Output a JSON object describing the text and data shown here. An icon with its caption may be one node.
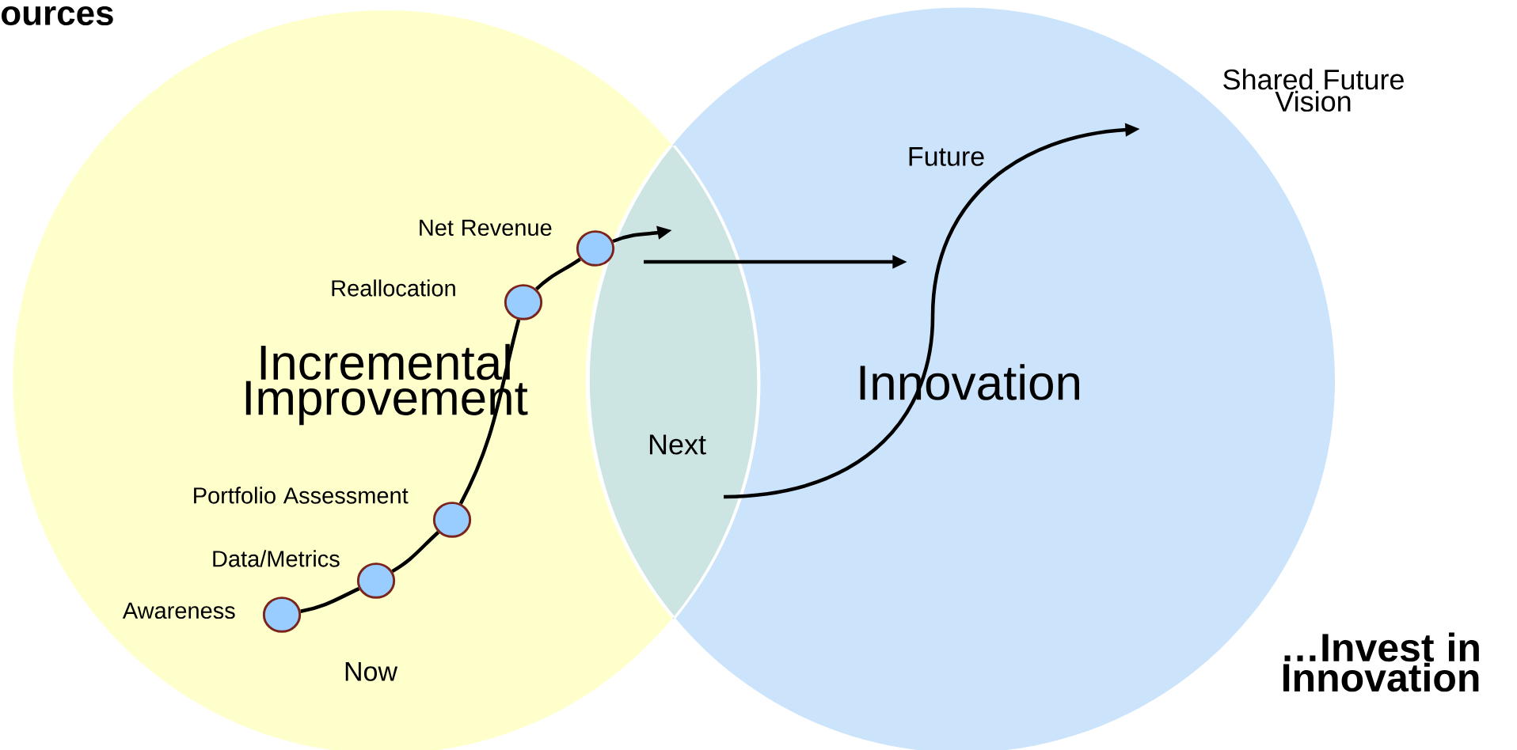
{
  "diagram": {
    "nodes": [
      {
        "text": [
          "Incremental Improvement",
          "Now"
        ]
      },
      {
        "text": [
          "Future",
          "Innovation"
        ]
      },
      {
        "text": [],
        "shape": "circle",
        "in": 0,
        "beside": [
          "Awareness"
        ]
      },
      {
        "text": [],
        "shape": "circle",
        "in": 0,
        "beside": [
          "Data/Metrics"
        ]
      },
      {
        "text": [],
        "shape": "circle",
        "in": 0,
        "beside": [
          "Portfolio Assessment"
        ]
      },
      {
        "text": [],
        "shape": "circle",
        "in": 0,
        "beside": [
          "Reallocation"
        ]
      },
      {
        "text": [],
        "shape": "circle",
        "in": 0,
        "beside": [
          "Net Revenue"
        ]
      }
    ],
    "edges": [
      {
        "from": 2,
        "to": 3,
        "arrow": "none"
      },
      {
        "from": 3,
        "to": 4,
        "arrow": "none"
      },
      {
        "from": 4,
        "to": 5,
        "arrow": "none"
      },
      {
        "from": 5,
        "to": 6,
        "arrow": "none"
      },
      {
        "from": 6,
        "to": 1,
        "arrow": "to"
      }
    ],
    "labels": [
      "ources",
      "Shared Future Vision",
      "Next",
      "…Invest in Innovation"
    ]
  }
}
